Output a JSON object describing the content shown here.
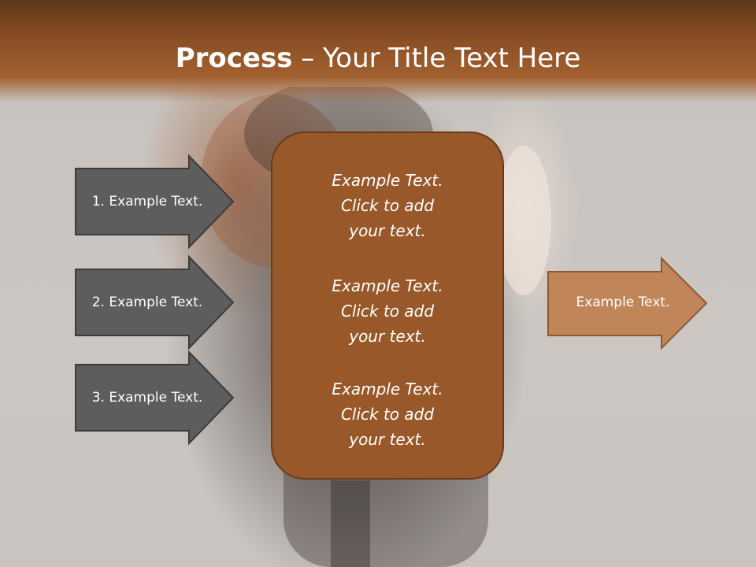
{
  "slide": {
    "title_bold": "Process",
    "title_rest": " – Your Title Text Here"
  },
  "left_arrows": [
    {
      "label": "1. Example Text."
    },
    {
      "label": "2. Example Text."
    },
    {
      "label": "3. Example Text."
    }
  ],
  "center_box": {
    "paragraphs": [
      {
        "line1": "Example Text.",
        "line2": "Click  to add",
        "line3": "your text."
      },
      {
        "line1": "Example Text.",
        "line2": "Click  to add",
        "line3": "your text."
      },
      {
        "line1": "Example Text.",
        "line2": "Click  to add",
        "line3": "your text."
      }
    ]
  },
  "right_arrow": {
    "label": "Example Text."
  },
  "colors": {
    "title_bar": "#8b4f26",
    "dark_arrow_fill": "#5d5d5d",
    "center_box_fill": "#98582a",
    "right_arrow_fill": "#c08659"
  }
}
